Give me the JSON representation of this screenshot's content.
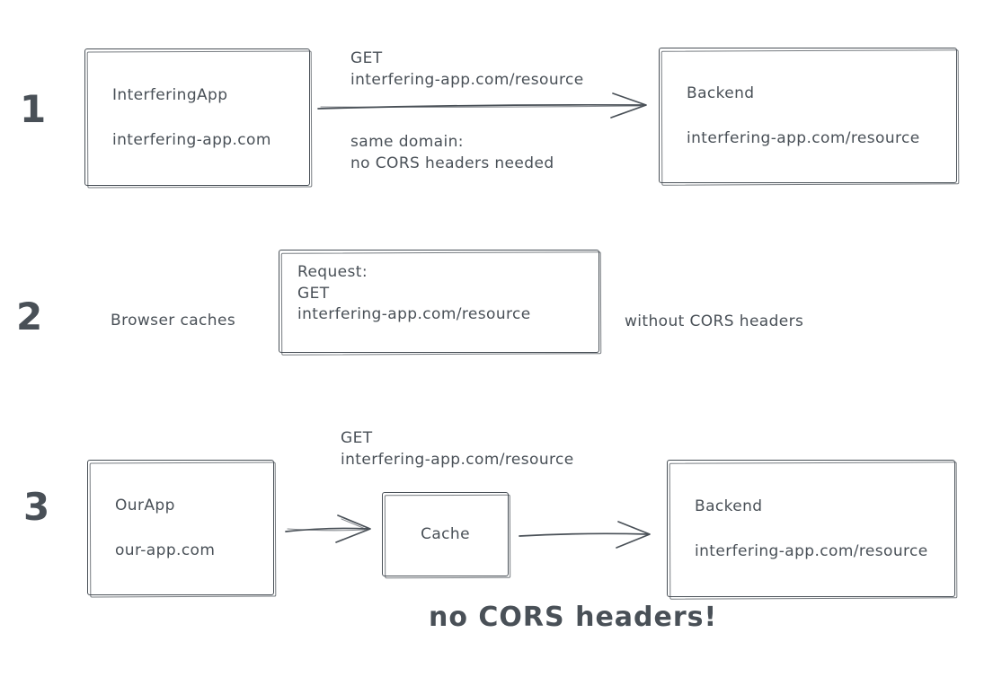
{
  "colors": {
    "ink": "#495057",
    "background": "#ffffff"
  },
  "steps": {
    "step1": {
      "number": "1",
      "source_box": {
        "title": "InterferingApp",
        "subtitle": "interfering-app.com"
      },
      "request_label_line1": "GET",
      "request_label_line2": "interfering-app.com/resource",
      "note_line1": "same domain:",
      "note_line2": "no CORS headers needed",
      "target_box": {
        "title": "Backend",
        "subtitle": "interfering-app.com/resource"
      }
    },
    "step2": {
      "number": "2",
      "left_label": "Browser caches",
      "request_box": {
        "line1": "Request:",
        "line2": "GET",
        "line3": "interfering-app.com/resource"
      },
      "right_label": "without CORS headers"
    },
    "step3": {
      "number": "3",
      "source_box": {
        "title": "OurApp",
        "subtitle": "our-app.com"
      },
      "request_label_line1": "GET",
      "request_label_line2": "interfering-app.com/resource",
      "cache_box": {
        "title": "Cache"
      },
      "target_box": {
        "title": "Backend",
        "subtitle": "interfering-app.com/resource"
      },
      "caption": "no CORS headers!"
    }
  }
}
